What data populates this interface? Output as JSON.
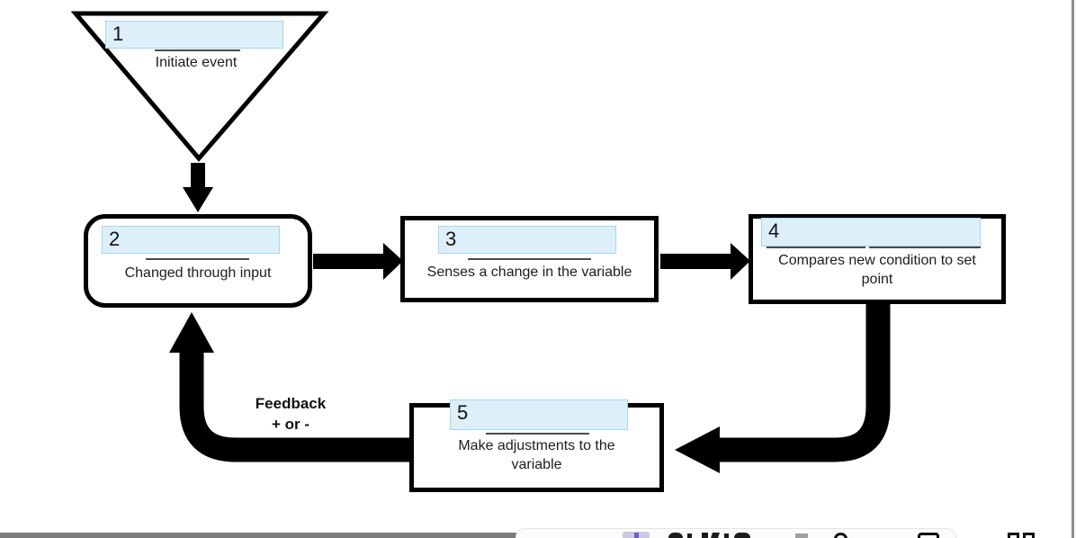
{
  "diagram": {
    "feedback_label": "Feedback\n+ or -",
    "nodes": [
      {
        "number": "1",
        "shape": "triangle",
        "label": "Initiate event",
        "blanks": 1
      },
      {
        "number": "2",
        "shape": "rounded-rect",
        "label": "Changed through input",
        "blanks": 1
      },
      {
        "number": "3",
        "shape": "rect",
        "label": "Senses a change in the variable",
        "blanks": 1
      },
      {
        "number": "4",
        "shape": "rect",
        "label": "Compares new condition to set\npoint",
        "blanks": 2
      },
      {
        "number": "5",
        "shape": "rect",
        "label": "Make adjustments to the\nvariable",
        "blanks": 1
      }
    ],
    "colors": {
      "input_fill": "#ddf0fa",
      "input_border": "#a3d7ee",
      "shape_stroke": "#000000",
      "arrow": "#000000",
      "blank_line": "#4a4a4a"
    }
  },
  "statusbar": {
    "icons": [
      "cursor-highlight",
      "letter-glyphs",
      "info-circle-icon",
      "window-icon",
      "grid-icon"
    ]
  }
}
